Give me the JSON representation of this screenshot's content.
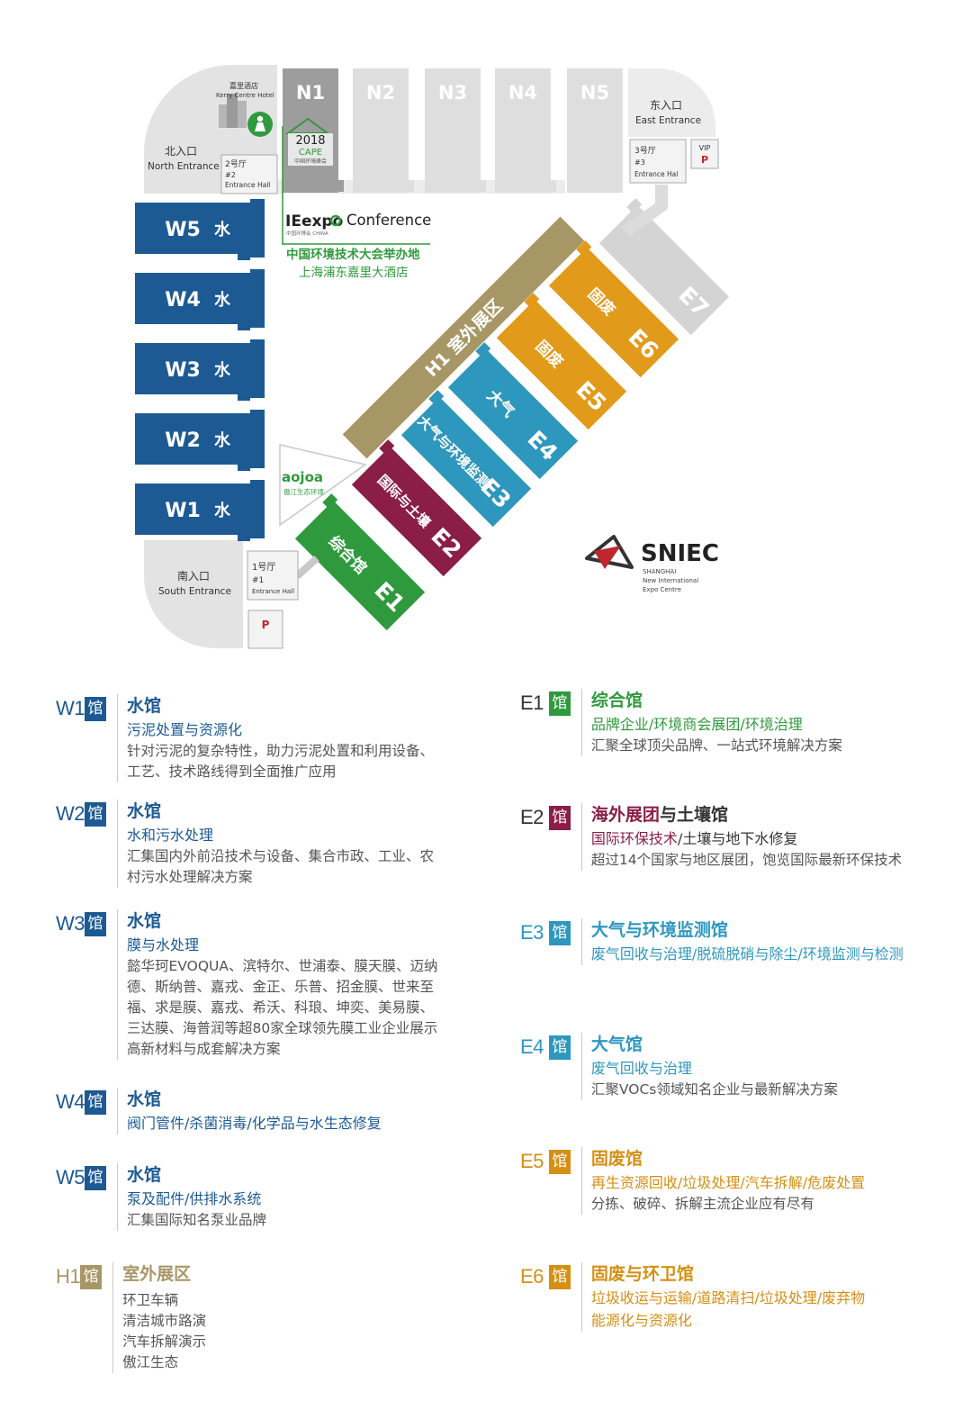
{
  "map": {
    "kerry_hotel_cn": "嘉里酒店",
    "kerry_hotel_en": "Kerry Centre Hotel",
    "north_entrance_cn": "北入口",
    "north_entrance_en": "North Entrance",
    "east_entrance_cn": "东入口",
    "east_entrance_en": "East Entrance",
    "south_entrance_cn": "南入口",
    "south_entrance_en": "South Entrance",
    "entrance_hall_2": [
      "2号厅",
      "#2",
      "Entrance Hall"
    ],
    "entrance_hall_3": [
      "3号厅",
      "#3",
      "Entrance Hal"
    ],
    "entrance_hall_1": [
      "1号厅",
      "#1",
      "Entrance Hall"
    ],
    "vip_label": "VIP",
    "parking_label": "P",
    "north_halls": [
      "N1",
      "N2",
      "N3",
      "N4",
      "N5"
    ],
    "cape_year": "2018",
    "cape_name": "CAPE",
    "cape_sub": "中国环境峰会",
    "w_halls": [
      {
        "code": "W5",
        "tag": "水"
      },
      {
        "code": "W4",
        "tag": "水"
      },
      {
        "code": "W3",
        "tag": "水"
      },
      {
        "code": "W2",
        "tag": "水"
      },
      {
        "code": "W1",
        "tag": "水"
      }
    ],
    "ieexpo_logo": "IEexpo",
    "ieexpo_sub": "中国环博会 CHINA",
    "conference_label": "Conference",
    "conference_venue_1": "中国环境技术大会举办地",
    "conference_venue_2": "上海浦东嘉里大酒店",
    "h1_label": "H1 室外展区",
    "e_halls": [
      {
        "code": "E1",
        "name": "综合馆",
        "color": "#2f9a3d"
      },
      {
        "code": "E2",
        "name": "国际与土壤",
        "color": "#8a1e46"
      },
      {
        "code": "E3",
        "name": "大气与环境监测",
        "color": "#2e97be"
      },
      {
        "code": "E4",
        "name": "大气",
        "color": "#2e97be"
      },
      {
        "code": "E5",
        "name": "固废",
        "color": "#e29a1b"
      },
      {
        "code": "E6",
        "name": "固废",
        "color": "#e29a1b"
      },
      {
        "code": "E7",
        "name": "",
        "color": "#d4d4d4"
      }
    ],
    "aojoa_logo": "aojoa",
    "aojoa_sub": "傲江生态环境",
    "sniec_logo": "SNIEC",
    "sniec_sub": [
      "SHANGHAI",
      "New International",
      "Expo Centre"
    ],
    "colors": {
      "water_blue": "#1d5a94",
      "gray_hall": "#9d9d9d",
      "light_gray": "#dcdcdc",
      "h1_gold": "#a89766",
      "green": "#2f9a3d"
    }
  },
  "legend": [
    {
      "code": "W1",
      "badge": "馆",
      "title": "水馆",
      "sub": "污泥处置与资源化",
      "desc": [
        "针对污泥的复杂特性，助力污泥处置和利用设备、",
        "工艺、技术路线得到全面推广应用"
      ]
    },
    {
      "code": "W2",
      "badge": "馆",
      "title": "水馆",
      "sub": "水和污水处理",
      "desc": [
        "汇集国内外前沿技术与设备、集合市政、工业、农",
        "村污水处理解决方案"
      ]
    },
    {
      "code": "W3",
      "badge": "馆",
      "title": "水馆",
      "sub": "膜与水处理",
      "desc": [
        "懿华珂EVOQUA、滨特尔、世浦泰、膜天膜、迈纳",
        "德、斯纳普、嘉戎、金正、乐普、招金膜、世来至",
        "福、求是膜、嘉戎、希沃、科琅、坤奕、美易膜、",
        "三达膜、海普润等超80家全球领先膜工业企业展示",
        "高新材料与成套解决方案"
      ]
    },
    {
      "code": "W4",
      "badge": "馆",
      "title": "水馆",
      "sub": "阀门管件/杀菌消毒/化学品与水生态修复",
      "desc": []
    },
    {
      "code": "W5",
      "badge": "馆",
      "title": "水馆",
      "sub": "泵及配件/供排水系统",
      "desc": [
        "汇集国际知名泵业品牌"
      ]
    },
    {
      "code": "H1",
      "badge": "馆",
      "title": "室外展区",
      "sub": "",
      "desc": [
        "环卫车辆",
        "清洁城市路演",
        "汽车拆解演示",
        "傲江生态"
      ]
    },
    {
      "code": "E1",
      "badge": "馆",
      "title": "综合馆",
      "sub": "品牌企业/环境商会展团/环境治理",
      "desc": [
        "汇聚全球顶尖品牌、一站式环境解决方案"
      ]
    },
    {
      "code": "E2",
      "badge": "馆",
      "title": "海外展团",
      "title2": "与土壤馆",
      "sub": "国际环保技术",
      "sub2": "/土壤与地下水修复",
      "desc": [
        "超过14个国家与地区展团，饱览国际最新环保技术"
      ]
    },
    {
      "code": "E3",
      "badge": "馆",
      "title": "大气与环境监测馆",
      "sub": "废气回收与治理/脱硫脱硝与除尘/环境监测与检测",
      "desc": []
    },
    {
      "code": "E4",
      "badge": "馆",
      "title": "大气馆",
      "sub": "废气回收与治理",
      "desc": [
        "汇聚VOCs领域知名企业与最新解决方案"
      ]
    },
    {
      "code": "E5",
      "badge": "馆",
      "title": "固废馆",
      "sub": "再生资源回收/垃圾处理/汽车拆解/危废处置",
      "desc": [
        "分拣、破碎、拆解主流企业应有尽有"
      ]
    },
    {
      "code": "E6",
      "badge": "馆",
      "title": "固废与环卫馆",
      "sub": "垃圾收运与运输/道路清扫/垃圾处理/废弃物",
      "sub_line2": "能源化与资源化",
      "desc": []
    }
  ]
}
